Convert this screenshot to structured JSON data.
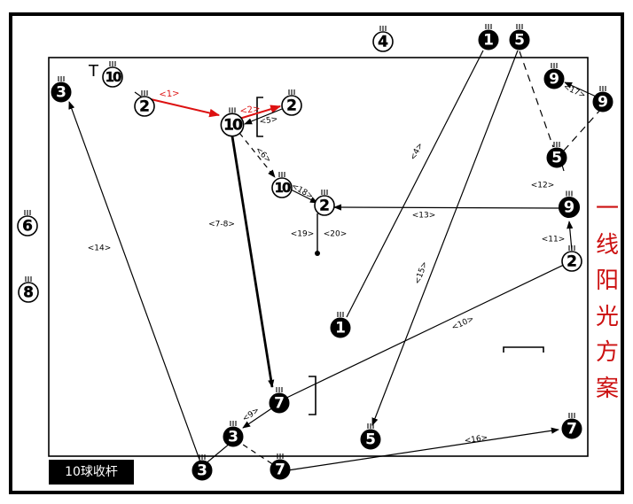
{
  "colors": {
    "ink": "#000000",
    "accent": "#dd1111",
    "title": "#cc1111",
    "paper": "#ffffff"
  },
  "footer_label": "10球收杆",
  "side_title": [
    "一",
    "线",
    "阳",
    "光",
    "方",
    "案"
  ],
  "balls": [
    {
      "id": "b10-top",
      "num": "10",
      "style": "outline"
    },
    {
      "id": "b2-a",
      "num": "2",
      "style": "outline"
    },
    {
      "id": "b3-left",
      "num": "3",
      "style": "solid"
    },
    {
      "id": "b4-rail",
      "num": "4",
      "style": "outline"
    },
    {
      "id": "b1-top",
      "num": "1",
      "style": "solid"
    },
    {
      "id": "b5-top",
      "num": "5",
      "style": "solid"
    },
    {
      "id": "b10-cue",
      "num": "10",
      "style": "outline"
    },
    {
      "id": "b2-b",
      "num": "2",
      "style": "outline"
    },
    {
      "id": "b10-mid",
      "num": "10",
      "style": "outline"
    },
    {
      "id": "b2-c",
      "num": "2",
      "style": "outline"
    },
    {
      "id": "b9-top",
      "num": "9",
      "style": "solid"
    },
    {
      "id": "b9-right",
      "num": "9",
      "style": "solid"
    },
    {
      "id": "b5-right",
      "num": "5",
      "style": "solid"
    },
    {
      "id": "b9-mid",
      "num": "9",
      "style": "solid"
    },
    {
      "id": "b2-right",
      "num": "2",
      "style": "outline"
    },
    {
      "id": "b6-rail",
      "num": "6",
      "style": "outline"
    },
    {
      "id": "b8-rail",
      "num": "8",
      "style": "outline"
    },
    {
      "id": "b1-mid",
      "num": "1",
      "style": "solid"
    },
    {
      "id": "b7-mid",
      "num": "7",
      "style": "solid"
    },
    {
      "id": "b3-mid",
      "num": "3",
      "style": "solid"
    },
    {
      "id": "b5-bottom",
      "num": "5",
      "style": "solid"
    },
    {
      "id": "b7-right",
      "num": "7",
      "style": "solid"
    },
    {
      "id": "b3-bottom",
      "num": "3",
      "style": "solid"
    },
    {
      "id": "b7-bottom",
      "num": "7",
      "style": "solid"
    }
  ],
  "shot_labels": [
    {
      "id": "s1",
      "text": "<1>",
      "red": true
    },
    {
      "id": "s2",
      "text": "<2>",
      "red": true
    },
    {
      "id": "s5",
      "text": "<5>",
      "red": false
    },
    {
      "id": "s4",
      "text": "<4>",
      "red": false
    },
    {
      "id": "s6",
      "text": "<6>",
      "red": false
    },
    {
      "id": "s18",
      "text": "<18>",
      "red": false
    },
    {
      "id": "s7-8",
      "text": "<7-8>",
      "red": false
    },
    {
      "id": "s13",
      "text": "<13>",
      "red": false
    },
    {
      "id": "s12",
      "text": "<12>",
      "red": false
    },
    {
      "id": "s17",
      "text": "<17>",
      "red": false
    },
    {
      "id": "s19",
      "text": "<19>",
      "red": false
    },
    {
      "id": "s20",
      "text": "<20>",
      "red": false
    },
    {
      "id": "s14",
      "text": "<14>",
      "red": false
    },
    {
      "id": "s15",
      "text": "<15>",
      "red": false
    },
    {
      "id": "s11",
      "text": "<11>",
      "red": false
    },
    {
      "id": "s10",
      "text": "<10>",
      "red": false
    },
    {
      "id": "s9",
      "text": "<9>",
      "red": false
    },
    {
      "id": "s16",
      "text": "<16>",
      "red": false
    }
  ],
  "marker_letter": "T"
}
